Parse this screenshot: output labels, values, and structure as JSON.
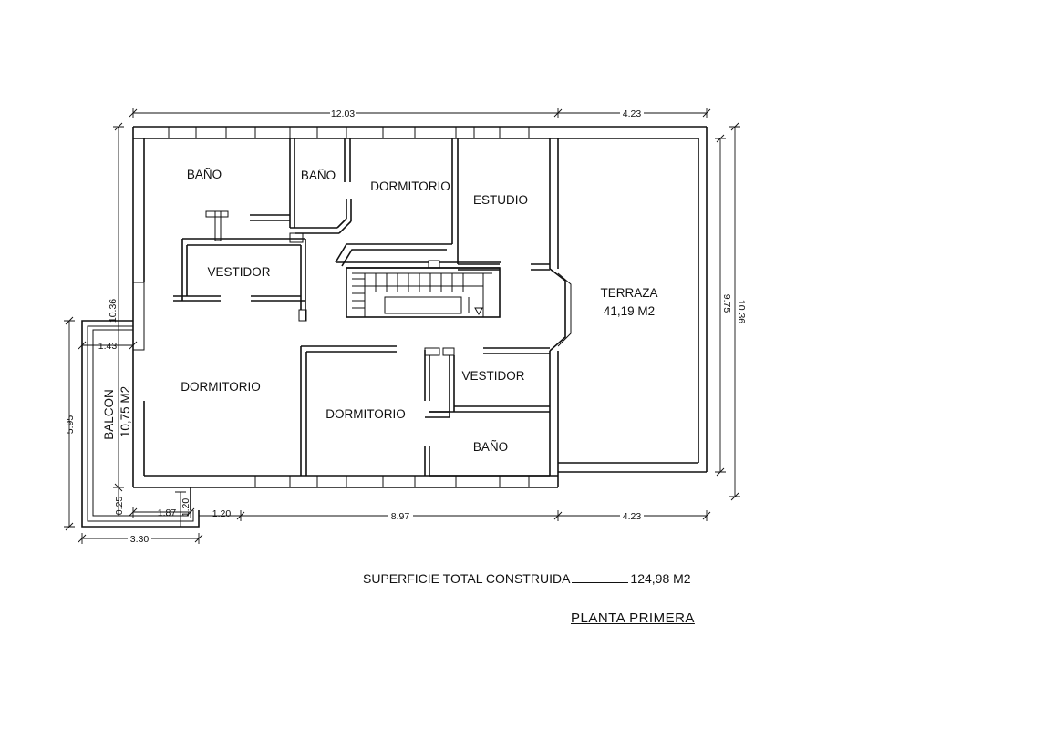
{
  "rooms": {
    "bano_1": "BAÑO",
    "bano_2": "BAÑO",
    "dormitorio_1": "DORMITORIO",
    "estudio": "ESTUDIO",
    "vestidor_1": "VESTIDOR",
    "terraza": "TERRAZA",
    "terraza_area": "41,19  M2",
    "dormitorio_2": "DORMITORIO",
    "dormitorio_3": "DORMITORIO",
    "vestidor_2": "VESTIDOR",
    "bano_3": "BAÑO",
    "balcon": "BALCON",
    "balcon_area": "10,75  M2"
  },
  "dimensions": {
    "top_main": "12.03",
    "top_terrace": "4.23",
    "left_height": "10.36",
    "right_inner": "9.75",
    "right_outer": "10.36",
    "balcony_offset": "1.43",
    "balcony_height": "5.95",
    "bottom_025": "0.25",
    "bottom_187": "1.87",
    "bottom_120_v": "1.20",
    "bottom_120_h": "1.20",
    "bottom_main": "8.97",
    "bottom_terrace": "4.23",
    "bottom_330": "3.30"
  },
  "footer": {
    "surface_label": "SUPERFICIE  TOTAL  CONSTRUIDA",
    "surface_value": "124,98  M2",
    "plan_title": "PLANTA  PRIMERA"
  }
}
